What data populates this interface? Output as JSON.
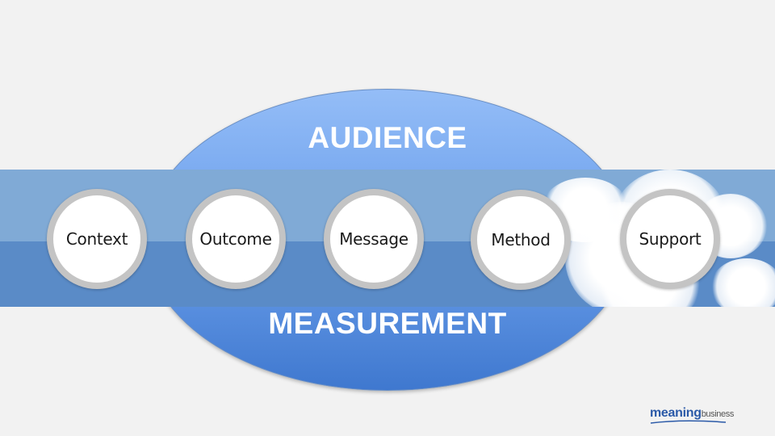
{
  "diagram": {
    "top_label": "AUDIENCE",
    "bottom_label": "MEASUREMENT",
    "nodes": [
      {
        "label": "Context"
      },
      {
        "label": "Outcome"
      },
      {
        "label": "Message"
      },
      {
        "label": "Method"
      },
      {
        "label": "Support"
      }
    ]
  },
  "logo": {
    "primary": "meaning",
    "secondary": "business"
  },
  "colors": {
    "ellipse": "#5a90e0",
    "band_top": "#80aad6",
    "band_bottom": "#5a8bc7",
    "node_ring": "#c4c4c4",
    "logo_blue": "#2b5aa8"
  }
}
